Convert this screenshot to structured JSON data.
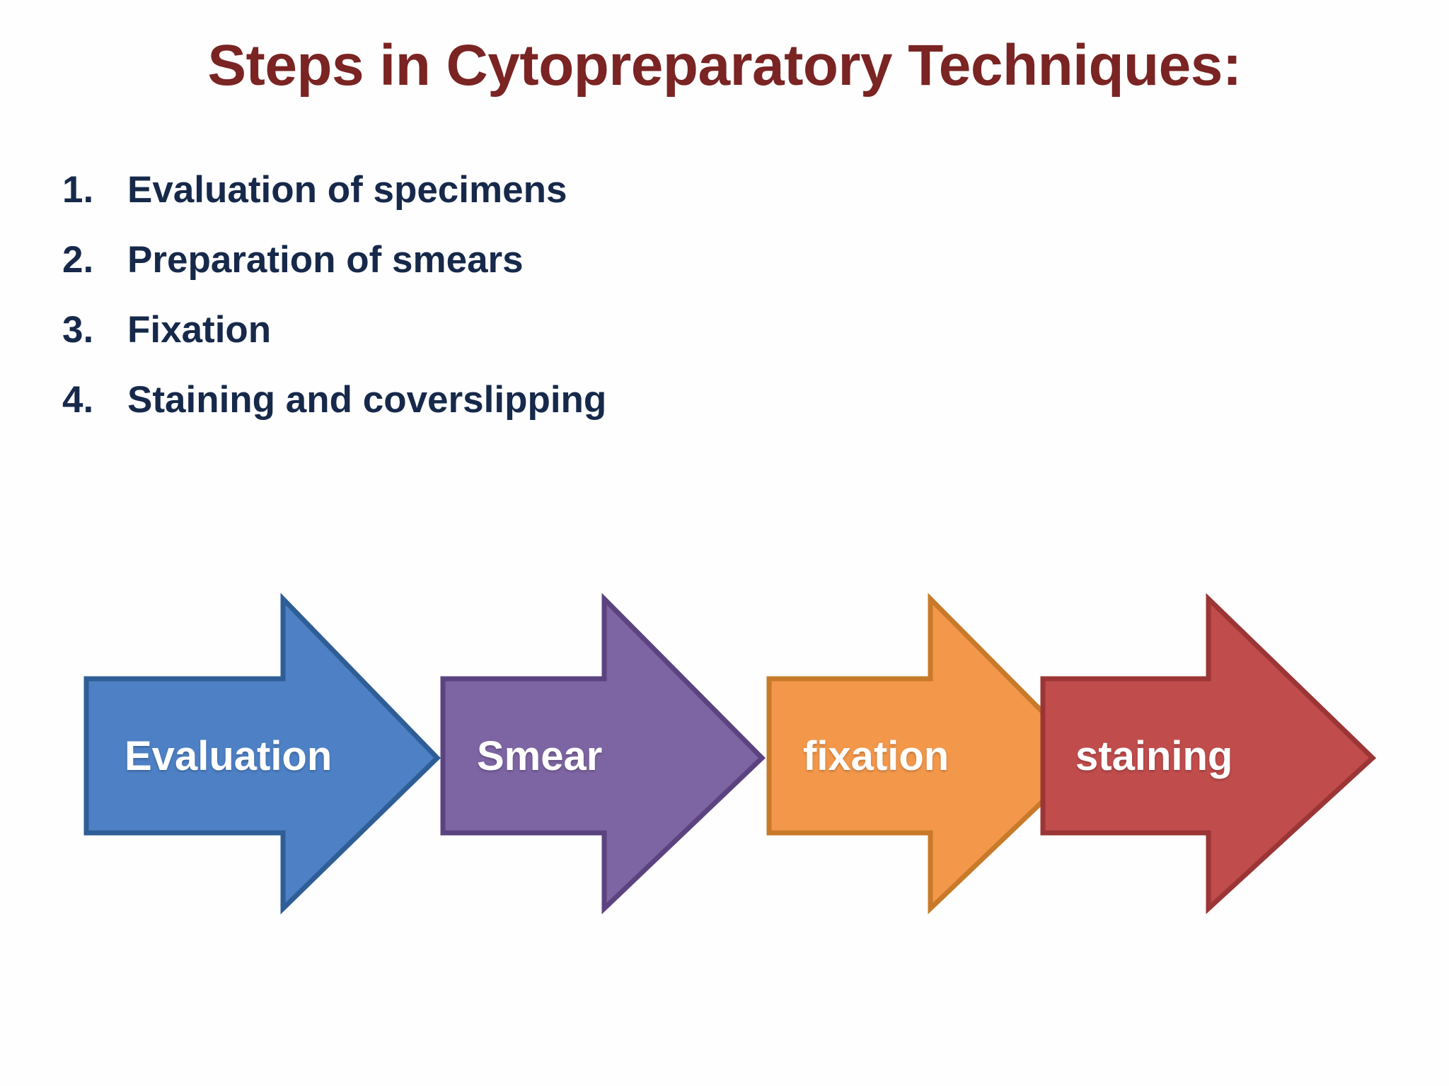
{
  "slide": {
    "background_color": "#fefefe",
    "title": "Steps in Cytopreparatory Techniques:",
    "title_color": "#7a2423",
    "list_text_color": "#17294a"
  },
  "steps_list": [
    {
      "number": "1.",
      "label": "Evaluation of specimens"
    },
    {
      "number": "2.",
      "label": "Preparation of smears"
    },
    {
      "number": "3.",
      "label": "Fixation"
    },
    {
      "number": "4.",
      "label": "Staining and coverslipping"
    }
  ],
  "process_arrows": [
    {
      "label": "Evaluation",
      "fill_color": "#4d80c4",
      "border_color": "#2f5e96",
      "label_color": "#ffffff"
    },
    {
      "label": "Smear",
      "fill_color": "#7d64a2",
      "border_color": "#5b4380",
      "label_color": "#ffffff"
    },
    {
      "label": "fixation",
      "fill_color": "#f3974a",
      "border_color": "#c87a2a",
      "label_color": "#ffffff"
    },
    {
      "label": "staining",
      "fill_color": "#c04c4c",
      "border_color": "#9c3535",
      "label_color": "#ffffff"
    }
  ]
}
